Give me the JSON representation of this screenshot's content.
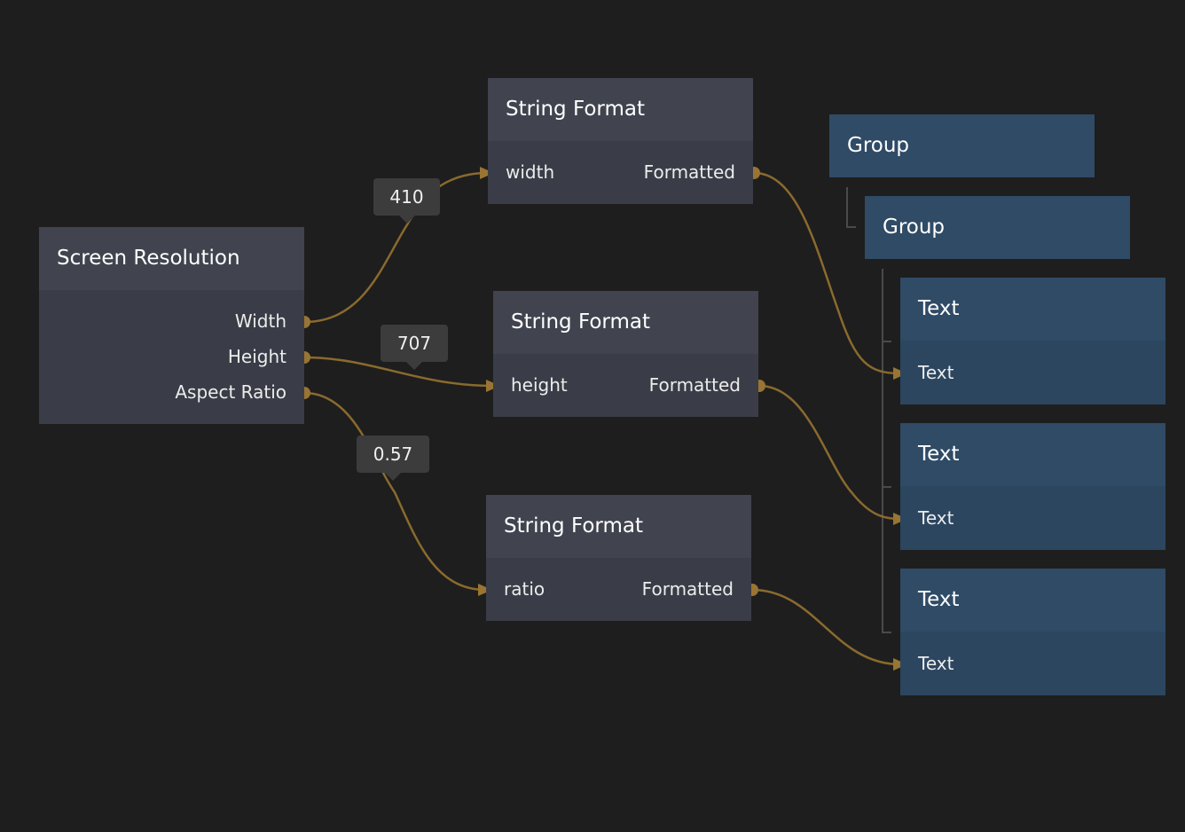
{
  "colors": {
    "background": "#1e1e1e",
    "logic_node": "#3a3d47",
    "visual_node": "#2f4b66",
    "wire": "#8a6a2e",
    "port_dot": "#9a7433"
  },
  "screen_resolution": {
    "title": "Screen Resolution",
    "outputs": [
      "Width",
      "Height",
      "Aspect Ratio"
    ]
  },
  "string_formats": [
    {
      "title": "String Format",
      "input": "width",
      "output": "Formatted"
    },
    {
      "title": "String Format",
      "input": "height",
      "output": "Formatted"
    },
    {
      "title": "String Format",
      "input": "ratio",
      "output": "Formatted"
    }
  ],
  "value_tooltips": [
    "410",
    "707",
    "0.57"
  ],
  "tree": {
    "group_outer": "Group",
    "group_inner": "Group",
    "text_nodes": [
      {
        "title": "Text",
        "input": "Text"
      },
      {
        "title": "Text",
        "input": "Text"
      },
      {
        "title": "Text",
        "input": "Text"
      }
    ]
  }
}
